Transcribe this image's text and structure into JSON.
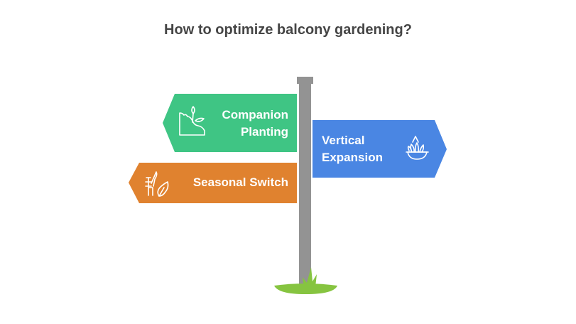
{
  "title": "How to optimize balcony gardening?",
  "signs": [
    {
      "label_line1": "Companion",
      "label_line2": "Planting",
      "icon": "plant-slope-icon",
      "color": "#3fc584",
      "direction": "left"
    },
    {
      "label_line1": "Vertical",
      "label_line2": "Expansion",
      "icon": "plant-bowl-icon",
      "color": "#4a86e3",
      "direction": "right"
    },
    {
      "label_line1": "Seasonal Switch",
      "label_line2": "",
      "icon": "wheat-leaf-icon",
      "color": "#e0822f",
      "direction": "left"
    }
  ],
  "colors": {
    "pole": "#939393",
    "grass": "#86c440",
    "title": "#454545"
  }
}
